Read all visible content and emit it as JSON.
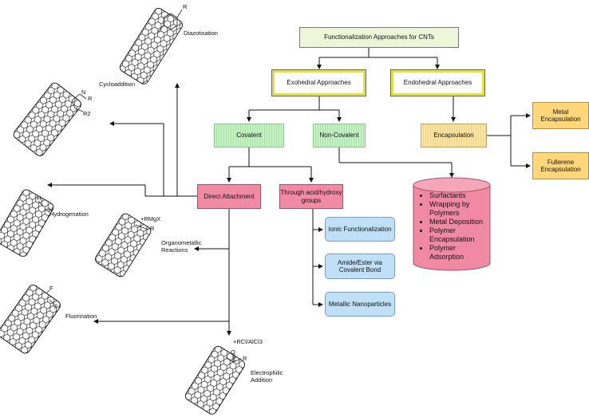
{
  "boxes": {
    "root": "Functionalization Approaches for CNTs",
    "exohedral": "Exohedral Approaches",
    "endohedral": "Endohedral Approaches",
    "covalent": "Covalent",
    "non_covalent": "Non-Covalent",
    "encapsulation": "Encapsulation",
    "metal_encapsulation": "Metal Encapsulation",
    "fullerene_encapsulation": "Fullerene Encapsulation",
    "direct_attachment": "Direct Attachment",
    "through_acid": "Through acid/hydroxy groups",
    "ionic": "Ionic Functionalization",
    "amide": "Amide/Ester via Covalent Bond",
    "metallic": "Metallic Nanoparticles"
  },
  "non_covalent_methods": [
    "Surfactants",
    "Wrapping by Polymers",
    "Metal Deposition",
    "Polymer Encapsulation",
    "Polymer Adsorption"
  ],
  "reactions": {
    "diazotisation": "Diazotisation",
    "cycloaddition": "Cycloaddition",
    "hydrogenation": "Hydrogenation",
    "organometallic_line1": "Organometallic",
    "organometallic_line2": "Reactions",
    "organometallic_reagent": "+RMgX",
    "fluorination": "Fluorination",
    "electrophilic_line1": "Electrophilic",
    "electrophilic_line2": "Addition",
    "electrophilic_reagent": "+RCl/AlCl3"
  },
  "molecule_labels": {
    "diazotisation_group": "R",
    "cycloaddition_n": "N",
    "cycloaddition_r": "R",
    "cycloaddition_r2": "R2",
    "hydrogen_1": "H",
    "hydrogen_2": "H",
    "organometallic_r": "R",
    "fluorine_1": "F",
    "fluorine_2": "F",
    "carbonyl_o": "O",
    "carbonyl_r": "R"
  }
}
